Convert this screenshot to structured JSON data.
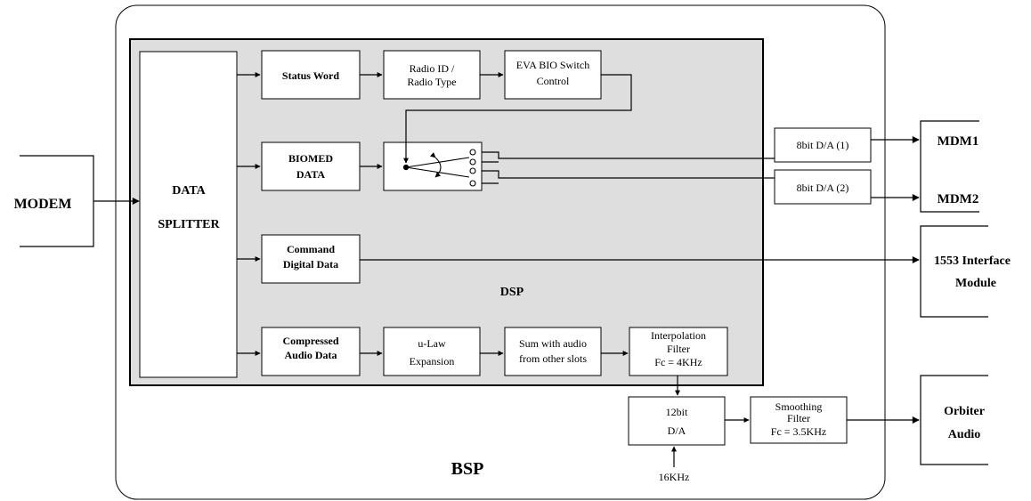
{
  "bsp": {
    "label": "BSP"
  },
  "dsp": {
    "label": "DSP"
  },
  "modem": {
    "label": "MODEM"
  },
  "splitter": {
    "line1": "DATA",
    "line2": "SPLITTER"
  },
  "status_word": {
    "label": "Status Word"
  },
  "radio_id": {
    "line1": "Radio ID /",
    "line2": "Radio Type"
  },
  "eva_switch": {
    "line1": "EVA BIO Switch",
    "line2": "Control"
  },
  "biomed": {
    "line1": "BIOMED",
    "line2": "DATA"
  },
  "command": {
    "line1": "Command",
    "line2": "Digital Data"
  },
  "compressed": {
    "line1": "Compressed",
    "line2": "Audio Data"
  },
  "ulaw": {
    "line1": "u-Law",
    "line2": "Expansion"
  },
  "sum": {
    "line1": "Sum with audio",
    "line2": "from other slots"
  },
  "interp": {
    "line1": "Interpolation",
    "line2": "Filter",
    "line3": "Fc = 4KHz"
  },
  "da12": {
    "line1": "12bit",
    "line2": "D/A"
  },
  "clock": {
    "label": "16KHz"
  },
  "smoothing": {
    "line1": "Smoothing",
    "line2": "Filter",
    "line3": "Fc = 3.5KHz"
  },
  "da1": {
    "label": "8bit D/A (1)"
  },
  "da2": {
    "label": "8bit D/A (2)"
  },
  "mdm1": {
    "label": "MDM1"
  },
  "mdm2": {
    "label": "MDM2"
  },
  "interface": {
    "line1": "1553 Interface",
    "line2": "Module"
  },
  "orbiter": {
    "line1": "Orbiter",
    "line2": "Audio"
  }
}
